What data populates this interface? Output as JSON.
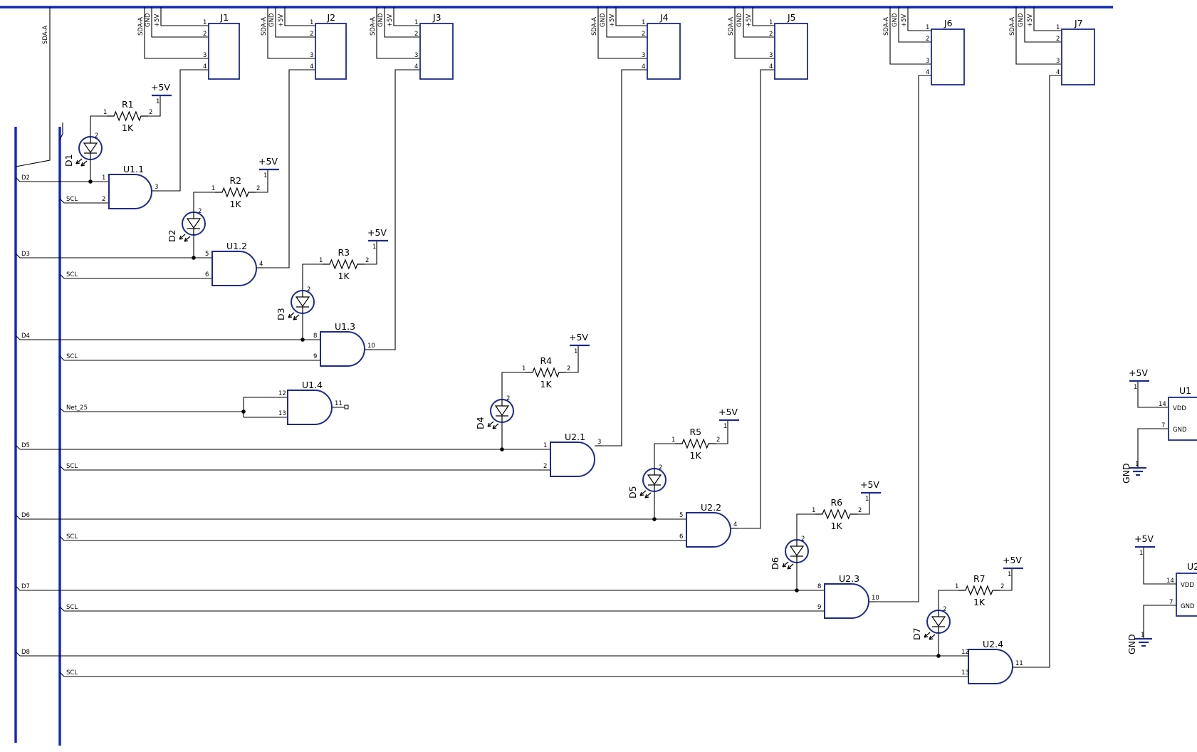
{
  "bus": {
    "top_label": "SDA-A"
  },
  "power_label": "+5V",
  "ground_label": "GND",
  "connectors": [
    {
      "ref": "J1",
      "pins": [
        "SDA-A",
        "GND",
        "+5V"
      ]
    },
    {
      "ref": "J2",
      "pins": [
        "SDA-A",
        "GND",
        "+5V"
      ]
    },
    {
      "ref": "J3",
      "pins": [
        "SDA-A",
        "GND",
        "+5V"
      ]
    },
    {
      "ref": "J4",
      "pins": [
        "SDA-A",
        "GND",
        "+5V"
      ]
    },
    {
      "ref": "J5",
      "pins": [
        "SDA-A",
        "GND",
        "+5V"
      ]
    },
    {
      "ref": "J6",
      "pins": [
        "SDA-A",
        "GND",
        "+5V"
      ]
    },
    {
      "ref": "J7",
      "pins": [
        "SDA-A",
        "GND",
        "+5V"
      ]
    }
  ],
  "channels": [
    {
      "data_net": "D2",
      "clock_net": "SCL",
      "gate": "U1.1",
      "pins": [
        "1",
        "2",
        "3"
      ],
      "resistor": "R1",
      "value": "1K",
      "led": "D1"
    },
    {
      "data_net": "D3",
      "clock_net": "SCL",
      "gate": "U1.2",
      "pins": [
        "5",
        "6",
        "4"
      ],
      "resistor": "R2",
      "value": "1K",
      "led": "D2"
    },
    {
      "data_net": "D4",
      "clock_net": "SCL",
      "gate": "U1.3",
      "pins": [
        "8",
        "9",
        "10"
      ],
      "resistor": "R3",
      "value": "1K",
      "led": "D3"
    },
    {
      "data_net": "D5",
      "clock_net": "SCL",
      "gate": "U2.1",
      "pins": [
        "1",
        "2",
        "3"
      ],
      "resistor": "R4",
      "value": "1K",
      "led": "D4"
    },
    {
      "data_net": "D6",
      "clock_net": "SCL",
      "gate": "U2.2",
      "pins": [
        "5",
        "6",
        "4"
      ],
      "resistor": "R5",
      "value": "1K",
      "led": "D5"
    },
    {
      "data_net": "D7",
      "clock_net": "SCL",
      "gate": "U2.3",
      "pins": [
        "8",
        "9",
        "10"
      ],
      "resistor": "R6",
      "value": "1K",
      "led": "D6"
    },
    {
      "data_net": "D8",
      "clock_net": "SCL",
      "gate": "U2.4",
      "pins": [
        "12",
        "13",
        "11"
      ],
      "resistor": "R7",
      "value": "1K",
      "led": "D7"
    }
  ],
  "spare_gate": {
    "gate": "U1.4",
    "net": "Net_25",
    "pins": [
      "12",
      "13",
      "11"
    ]
  },
  "power_units": [
    {
      "ref": "U1",
      "vdd": "VDD",
      "gnd": "GND",
      "vdd_pin": "14",
      "gnd_pin": "7"
    },
    {
      "ref": "U2",
      "vdd": "VDD",
      "gnd": "GND",
      "vdd_pin": "14",
      "gnd_pin": "7"
    }
  ],
  "colors": {
    "bus": "#1428b4",
    "component": "#1e2a8c",
    "wire": "#000000"
  }
}
